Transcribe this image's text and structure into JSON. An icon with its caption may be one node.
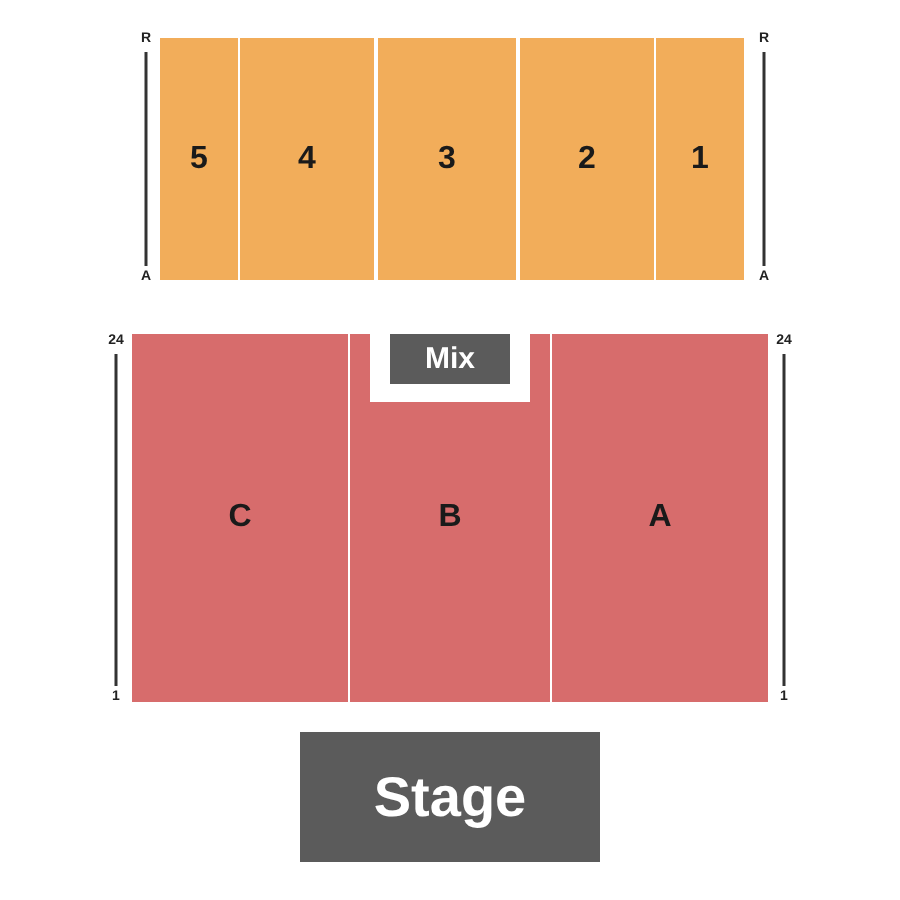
{
  "diagram": {
    "nodes": [
      {
        "text": [
          "5"
        ]
      },
      {
        "text": [
          "4"
        ]
      },
      {
        "text": [
          "3"
        ]
      },
      {
        "text": [
          "2"
        ]
      },
      {
        "text": [
          "1"
        ]
      },
      {
        "text": [
          "Mix"
        ],
        "in": 7
      },
      {
        "text": [
          "C"
        ]
      },
      {
        "text": [
          "B"
        ]
      },
      {
        "text": [
          "A"
        ]
      },
      {
        "text": [
          "Stage"
        ]
      }
    ],
    "labels": [
      "R",
      "R",
      "A",
      "A",
      "24",
      "24",
      "1",
      "1"
    ]
  }
}
